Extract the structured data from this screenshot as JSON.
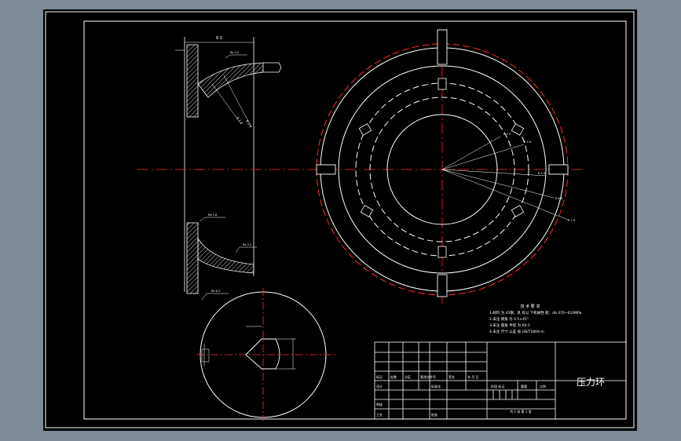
{
  "drawing": {
    "part_name": "压力环",
    "dimension_top": "8 0",
    "tech_notes": {
      "title": "技 术 要 求",
      "lines": [
        "1.材料 为 45钢，具 有以 下机械性 能：σb 470~610MPa",
        "2.未注 倒角 为 0.5×45°",
        "3.未注 圆角 半径 为 R0.5",
        "4.未注 尺寸 公差 按 GB/T1804-m"
      ]
    },
    "title_block": {
      "row_a": [
        "标记",
        "处数",
        "分区",
        "更改文件号",
        "签名",
        "年 月 日"
      ],
      "row_b": [
        "设计",
        "",
        "标准化",
        "",
        "阶段 标记",
        "重量",
        "比例"
      ],
      "row_c": [
        "审核",
        "",
        "",
        ""
      ],
      "row_d": [
        "工艺",
        "",
        "批准",
        ""
      ],
      "sheet": "共 1 张   第 1 张"
    }
  },
  "colors": {
    "line": "#ffffff",
    "center": "#ff2a2a",
    "frame_bg": "#000000",
    "workspace": "#7e8a97"
  }
}
